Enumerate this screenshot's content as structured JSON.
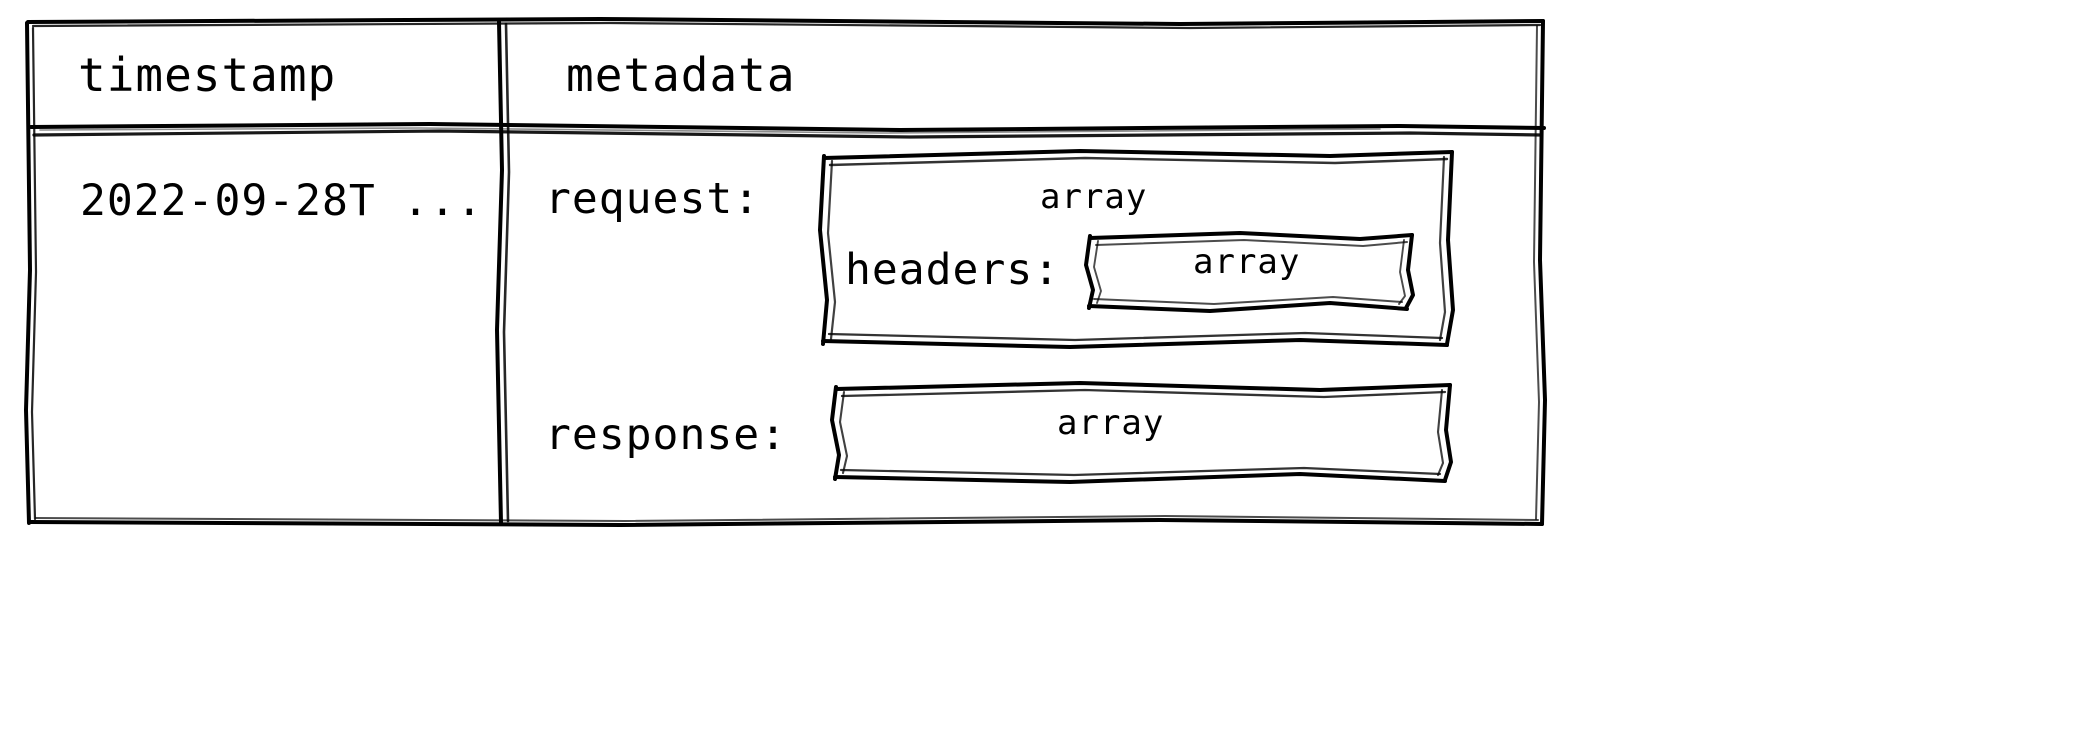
{
  "diagram": {
    "style": "hand-drawn-sketch",
    "kind": "schema-table",
    "stroke_color": "#000000",
    "background_color": "#ffffff"
  },
  "table": {
    "columns": [
      {
        "key": "timestamp",
        "label": "timestamp"
      },
      {
        "key": "metadata",
        "label": "metadata"
      }
    ],
    "rows": [
      {
        "timestamp": "2022-09-28T ...",
        "metadata": {
          "fields": [
            {
              "label": "request:",
              "type": "array",
              "nested": [
                {
                  "label": "headers:",
                  "type": "array"
                }
              ]
            },
            {
              "label": "response:",
              "type": "array",
              "nested": []
            }
          ]
        }
      }
    ]
  }
}
